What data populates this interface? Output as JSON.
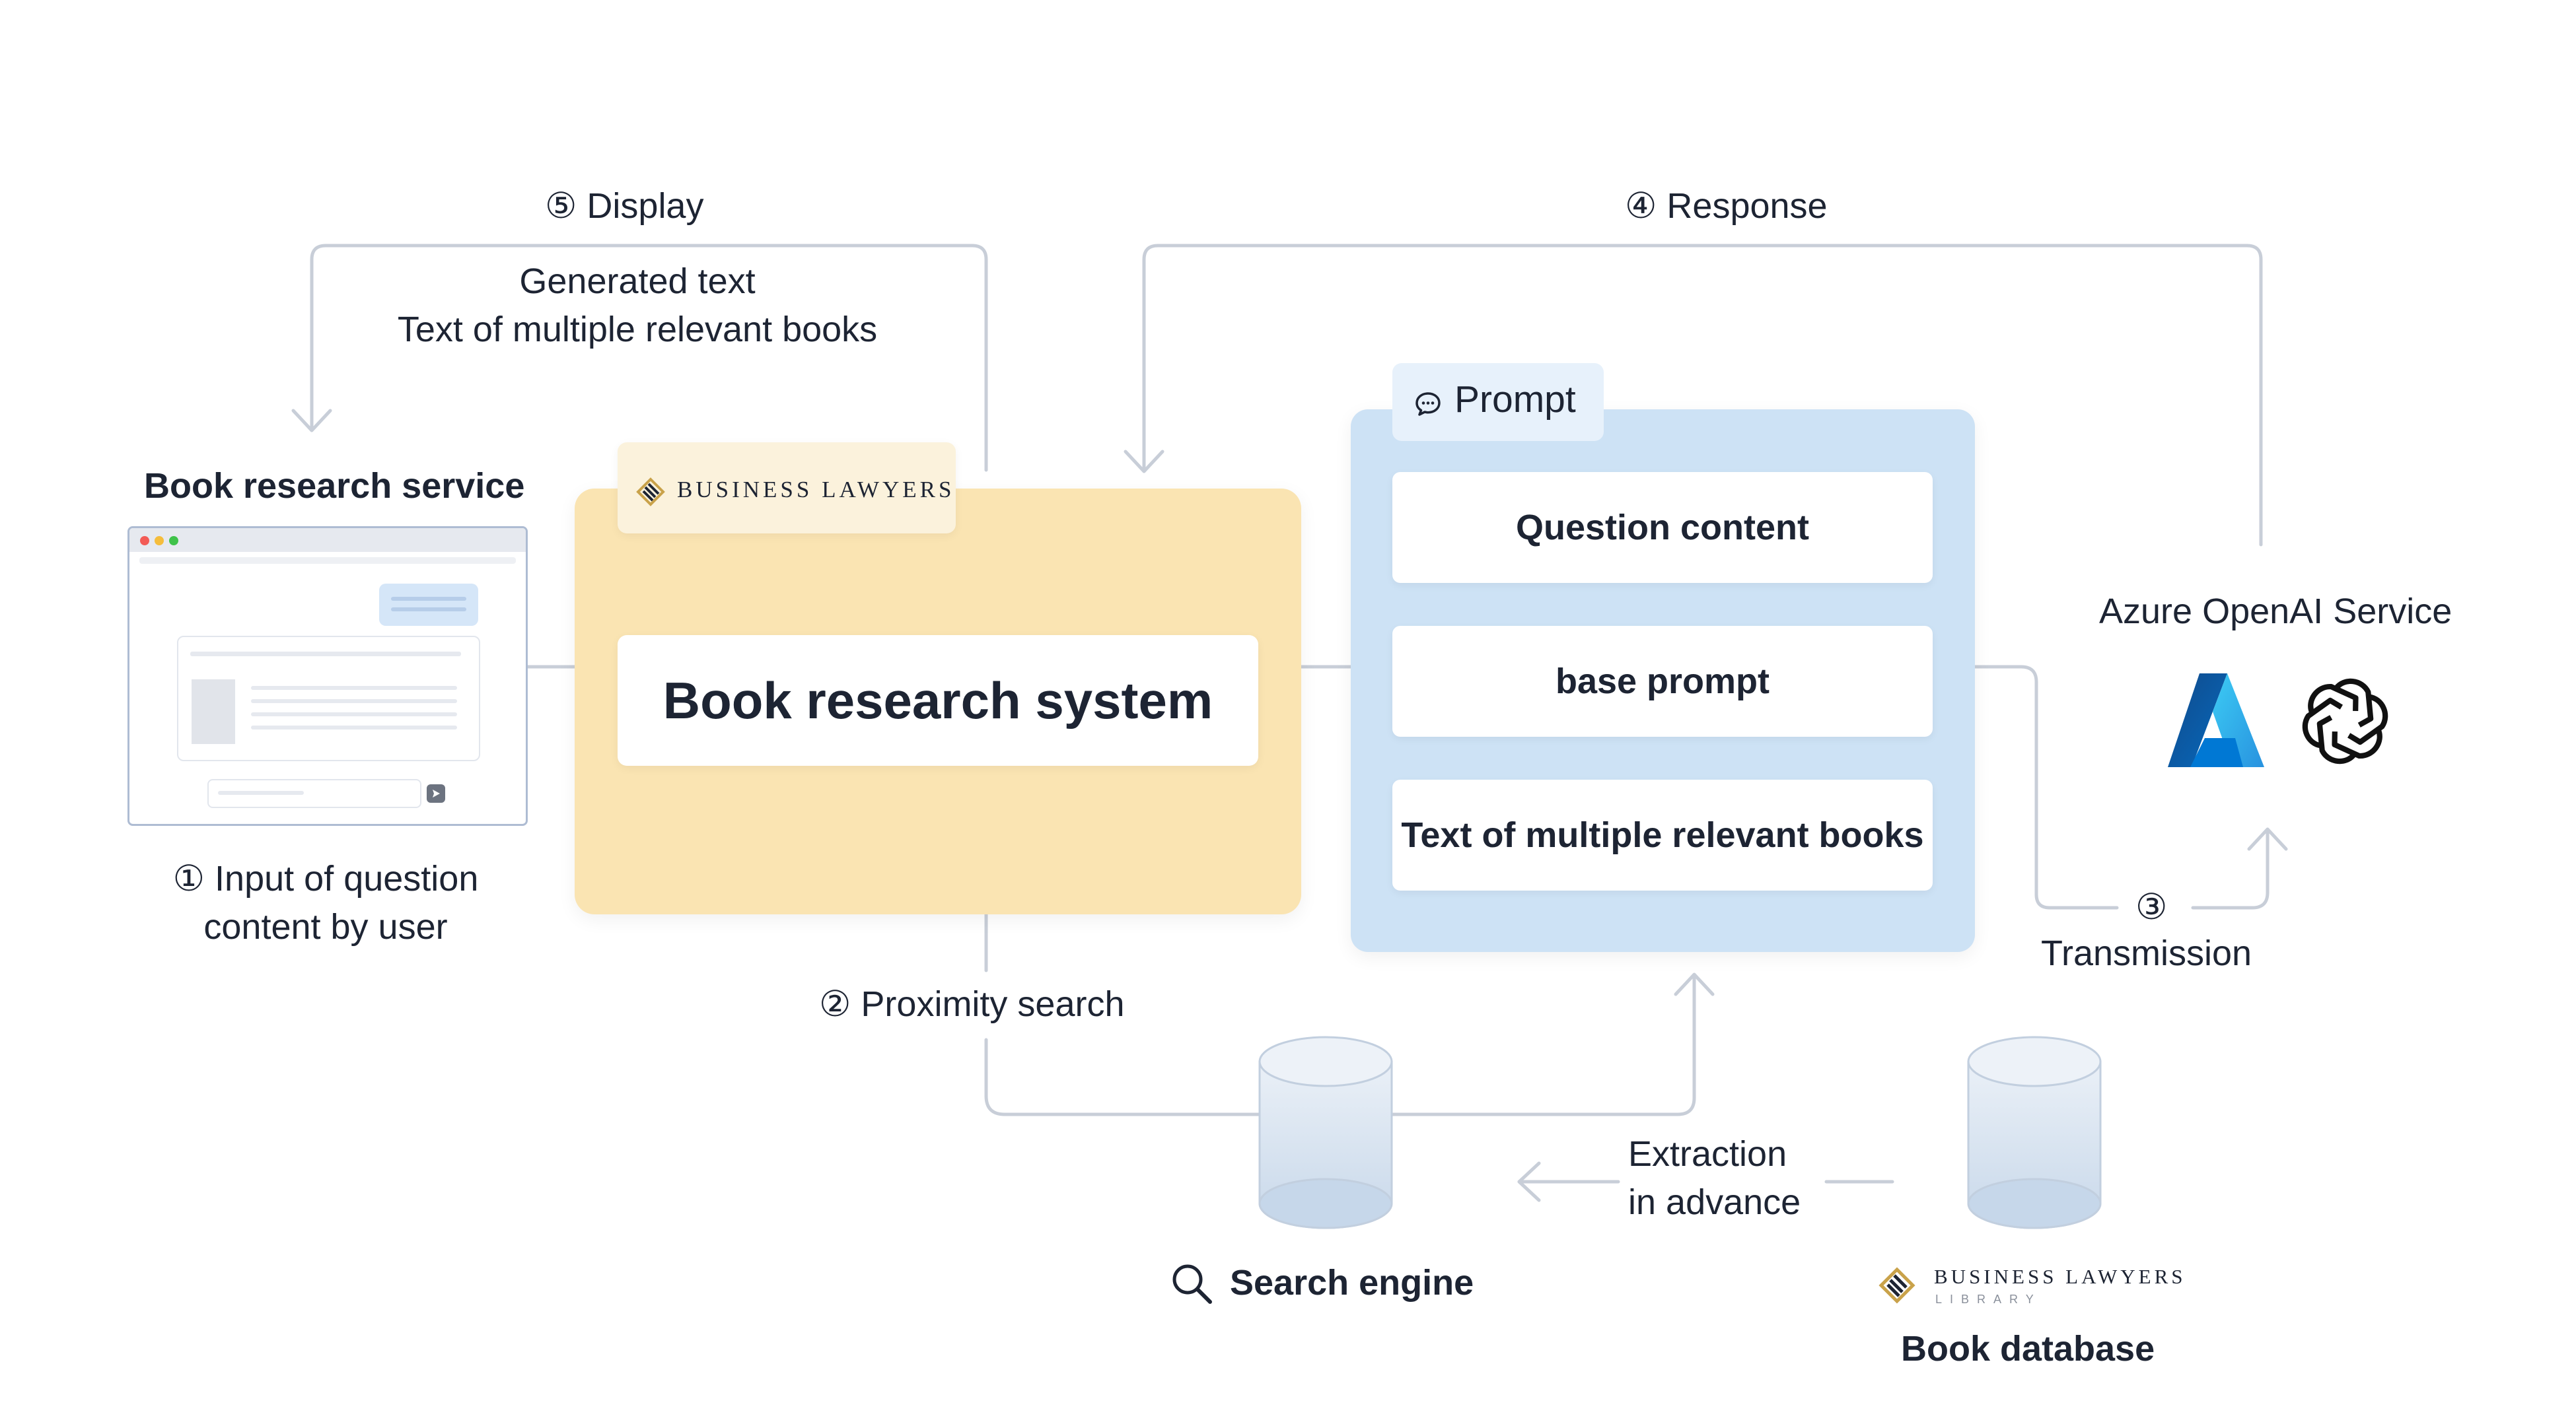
{
  "steps": {
    "display": "⑤ Display",
    "response": "④ Response",
    "proximity": "② Proximity search",
    "transmission_num": "③",
    "transmission": "Transmission",
    "input_line1": "① Input of question",
    "input_line2": "content by user"
  },
  "display_content": {
    "line1": "Generated text",
    "line2": "Text of multiple relevant books"
  },
  "service": {
    "title": "Book research service"
  },
  "system": {
    "brand": "BUSINESS LAWYERS",
    "title": "Book research system"
  },
  "prompt": {
    "label": "Prompt",
    "items": [
      "Question content",
      "base prompt",
      "Text of multiple relevant books"
    ]
  },
  "azure": {
    "title": "Azure OpenAI Service",
    "icons": [
      "azure-logo",
      "openai-logo"
    ]
  },
  "search": {
    "label": "Search engine",
    "icon": "magnifier-icon"
  },
  "extraction": {
    "line1": "Extraction",
    "line2": "in advance"
  },
  "database": {
    "brand": "BUSINESS LAWYERS",
    "brand_sub": "LIBRARY",
    "label": "Book database"
  },
  "colors": {
    "line": "#c8ced8",
    "system_panel": "#fae4b2",
    "prompt_panel": "#cde2f5",
    "azure_blue": "#0a6fd1",
    "text": "#1d2433"
  }
}
